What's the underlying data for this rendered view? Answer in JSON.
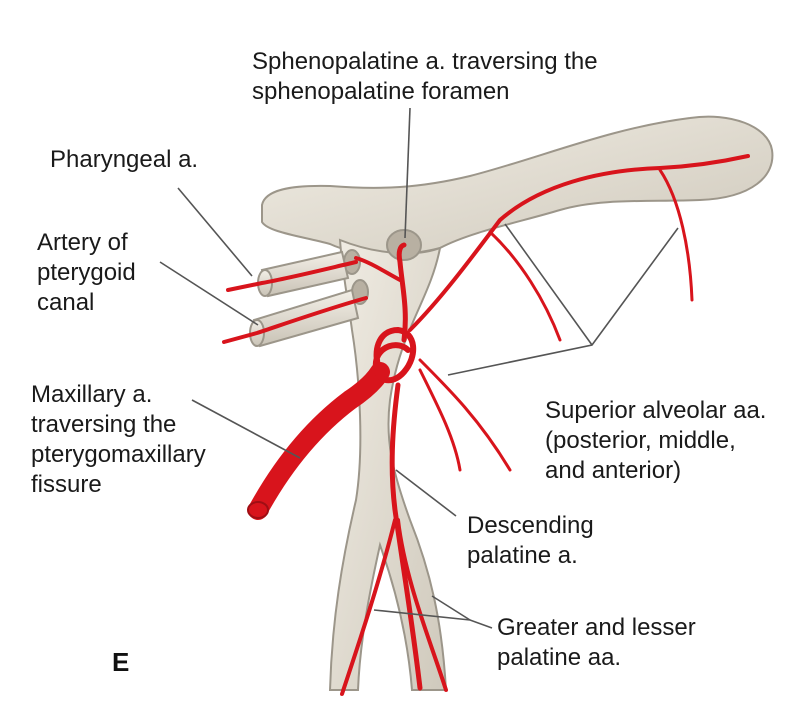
{
  "panel_letter": "E",
  "labels": {
    "sphenopalatine_1": "Sphenopalatine a. traversing the",
    "sphenopalatine_2": "sphenopalatine foramen",
    "pharyngeal": "Pharyngeal a.",
    "pterygoid_1": "Artery of",
    "pterygoid_2": "pterygoid",
    "pterygoid_3": "canal",
    "maxillary_1": "Maxillary a.",
    "maxillary_2": "traversing the",
    "maxillary_3": "pterygomaxillary",
    "maxillary_4": "fissure",
    "superior_1": "Superior alveolar aa.",
    "superior_2": "(posterior, middle,",
    "superior_3": "and anterior)",
    "descending_1": "Descending",
    "descending_2": "palatine a.",
    "greater_1": "Greater and lesser",
    "greater_2": "palatine aa."
  },
  "colors": {
    "bone_fill": "#e6e1d6",
    "bone_edge": "#9c968a",
    "artery": "#d8141c",
    "leader": "#555555"
  }
}
